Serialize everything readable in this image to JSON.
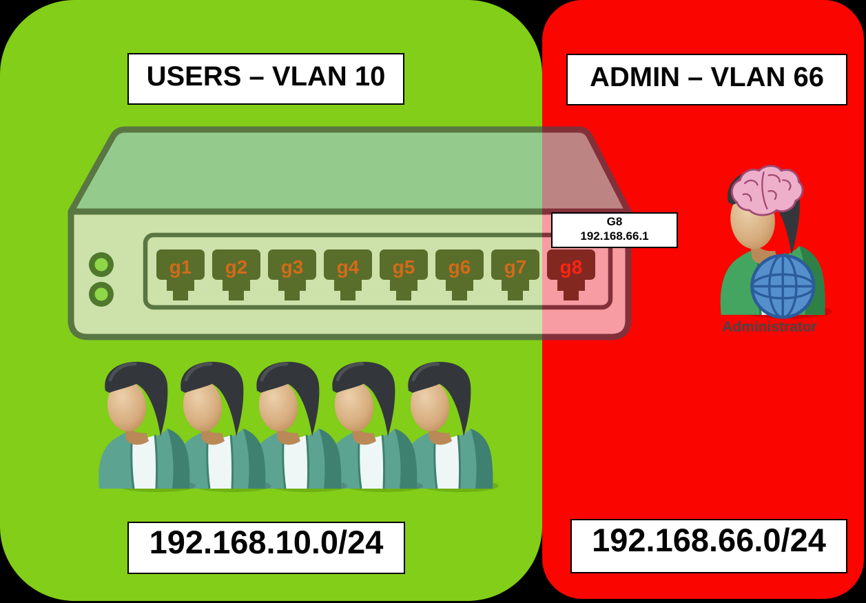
{
  "page": {
    "background": "#000000"
  },
  "zones": {
    "users": {
      "title": "USERS – VLAN 10",
      "subnet": "192.168.10.0/24",
      "background": "#82ce18",
      "user_count": 5
    },
    "admin": {
      "title": "ADMIN – VLAN 66",
      "subnet": "192.168.66.0/24",
      "background": "#fa0500",
      "person_label": "Administrator"
    }
  },
  "switch": {
    "ports": [
      "g1",
      "g2",
      "g3",
      "g4",
      "g5",
      "g6",
      "g7",
      "g8"
    ],
    "port_label_color": "#fd361d",
    "led_count": 2,
    "callout": {
      "port": "G8",
      "ip": "192.168.66.1"
    }
  },
  "icon_colors": {
    "user_jacket": "#5da392",
    "user_jacket_dark": "#3f8170",
    "admin_jacket": "#43a55f",
    "admin_jacket_dark": "#2e8047",
    "brain": "#eeafca",
    "globe": "#5590cd"
  }
}
